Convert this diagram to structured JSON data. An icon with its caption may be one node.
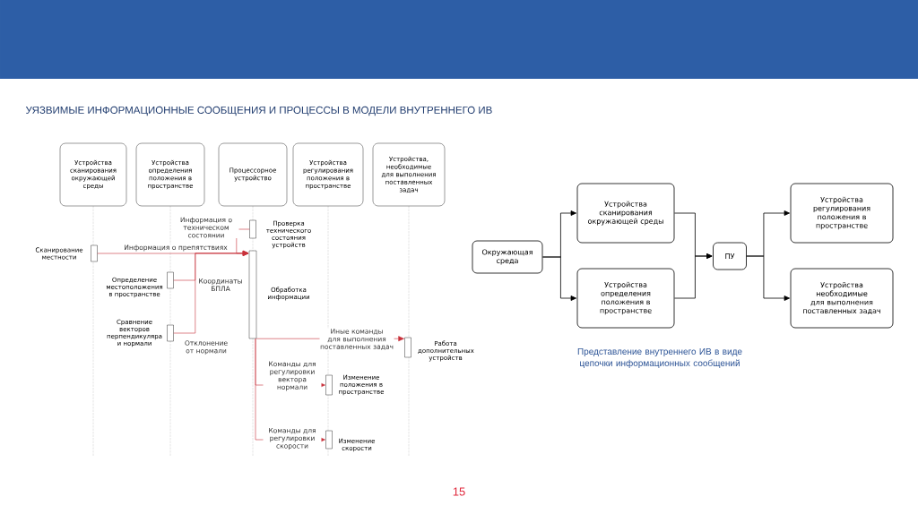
{
  "diagram": {
    "title": "УЯЗВИМЫЕ ИНФОРМАЦИОННЫЕ СООБЩЕНИЯ И ПРОЦЕССЫ В МОДЕЛИ ВНУТРЕННЕГО ИВ",
    "caption": "Представление внутреннего ИВ в виде цепочки информационных сообщений",
    "nodes": [
      {
        "text": [
          "Устройства сканирования окружающей среды"
        ]
      },
      {
        "text": [
          "Устройства определения положения в пространстве"
        ]
      },
      {
        "text": [
          "Процессорное устройство"
        ]
      },
      {
        "text": [
          "Устройства регулирования положения в пространстве"
        ]
      },
      {
        "text": [
          "Устройства, необходимые для выполнения поставленных задач"
        ]
      },
      {
        "text": [],
        "shape": "bar",
        "beside": [
          "Сканирование местности"
        ]
      },
      {
        "text": [],
        "shape": "bar",
        "beside": [
          "Определение местоположения в пространстве"
        ]
      },
      {
        "text": [],
        "shape": "bar",
        "beside": [
          "Сравнение векторов перпендикуляра и нормали"
        ]
      },
      {
        "text": [],
        "shape": "bar",
        "beside": [
          "Проверка технического состояния устройств"
        ]
      },
      {
        "text": [],
        "shape": "bar",
        "beside": [
          "Обработка информации"
        ]
      },
      {
        "text": [],
        "shape": "bar",
        "beside": [
          "Работа дополнительных устройств"
        ]
      },
      {
        "text": [],
        "shape": "bar",
        "beside": [
          "Изменение положения в пространстве"
        ]
      },
      {
        "text": [],
        "shape": "bar",
        "beside": [
          "Изменение скорости"
        ]
      },
      {
        "text": [
          "Окружающая среда"
        ]
      },
      {
        "text": [
          "Устройства сканирования окружающей среды"
        ]
      },
      {
        "text": [
          "Устройства определения положения в пространстве"
        ]
      },
      {
        "text": [
          "ПУ"
        ]
      },
      {
        "text": [
          "Устройства регулирования положения в пространстве"
        ]
      },
      {
        "text": [
          "Устройства необходимые для выполнения поставленных задач"
        ]
      }
    ],
    "edges": [
      {
        "from": 5,
        "to": 9,
        "arrow": "to",
        "label": "Информация о препятствиях"
      },
      {
        "from": 8,
        "to": 9,
        "arrow": "to",
        "label": "Информация о техническом состоянии"
      },
      {
        "from": 6,
        "to": 9,
        "arrow": "to",
        "label": "Координаты БПЛА"
      },
      {
        "from": 7,
        "to": 9,
        "arrow": "to",
        "label": "Отклонение от нормали"
      },
      {
        "from": 9,
        "to": 10,
        "arrow": "to",
        "label": "Иные команды для выполнения поставленных задач"
      },
      {
        "from": 9,
        "to": 11,
        "arrow": "to",
        "label": "Команды для регулировки вектора нормали"
      },
      {
        "from": 9,
        "to": 12,
        "arrow": "to",
        "label": "Команды для регулировки скорости"
      },
      {
        "from": 13,
        "to": 14,
        "arrow": "to",
        "color": "#000000"
      },
      {
        "from": 13,
        "to": 15,
        "arrow": "to",
        "color": "#000000"
      },
      {
        "from": 14,
        "to": 16,
        "arrow": "to",
        "color": "#000000"
      },
      {
        "from": 15,
        "to": 16,
        "arrow": "to",
        "color": "#000000"
      },
      {
        "from": 16,
        "to": 17,
        "arrow": "to",
        "color": "#000000"
      },
      {
        "from": 16,
        "to": 18,
        "arrow": "to",
        "color": "#000000"
      }
    ],
    "labels": [
      "15"
    ]
  }
}
